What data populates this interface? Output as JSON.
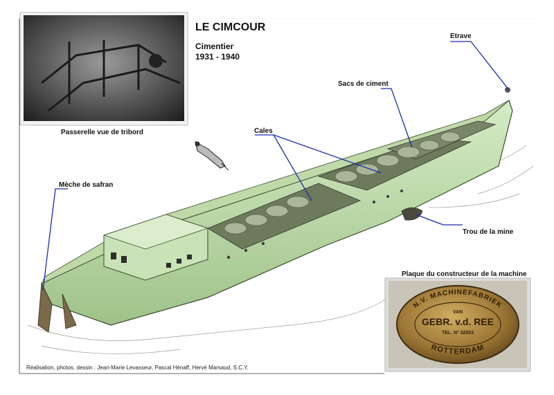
{
  "header": {
    "title": "LE CIMCOUR",
    "subtitle": "Cimentier",
    "years": "1931 - 1940"
  },
  "photos": {
    "bridge_caption": "Passerelle vue de tribord",
    "plate_caption": "Plaque du constructeur de la machine"
  },
  "plate": {
    "arc_top": "N.V. MACHINEFABRIEK",
    "line_van": "VAN",
    "line_name": "GEBR. v.d. REE",
    "line_tel": "TEL. Nº 32553",
    "arc_bottom": "ROTTERDAM"
  },
  "labels": {
    "etrave": "Etrave",
    "sacs": "Sacs de ciment",
    "cales": "Cales",
    "meche": "Mèche de safran",
    "trou": "Trou de la mine"
  },
  "credits": "Réalisation, photos, dessin : Jean-Marie Levasseur, Pascal Hénaff, Hervé Marsaud,  S.C.Y.",
  "colors": {
    "hull_green": "#c7e2b4",
    "deck_green": "#bfd9a8",
    "leader_blue": "#1a2bb0",
    "brass": "#a8823c"
  }
}
